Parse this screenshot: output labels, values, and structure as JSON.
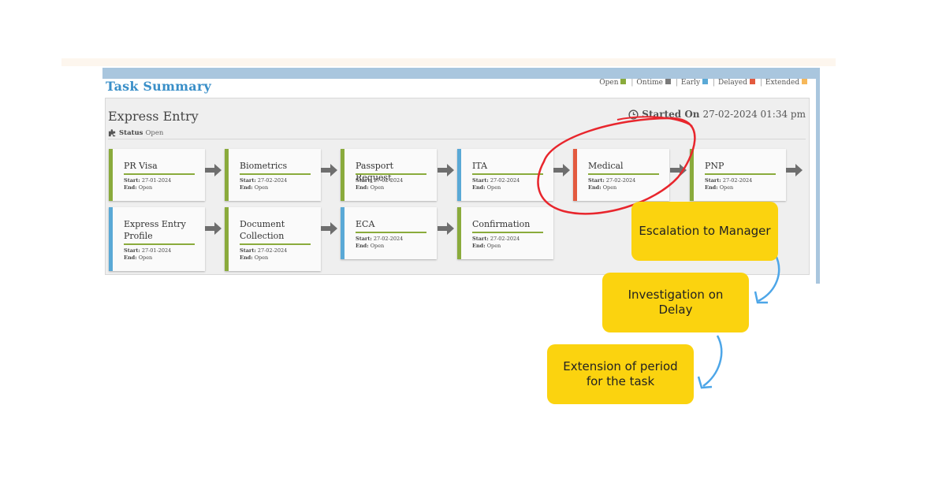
{
  "header": {
    "title": "Task Summary",
    "legend": [
      {
        "label": "Open",
        "color": "#8aab3c"
      },
      {
        "label": "Ontime",
        "color": "#7a7a7a"
      },
      {
        "label": "Early",
        "color": "#5aa9d6"
      },
      {
        "label": "Delayed",
        "color": "#e35a3f"
      },
      {
        "label": "Extended",
        "color": "#f6b85a"
      }
    ]
  },
  "workflow": {
    "title": "Express Entry",
    "status_label": "Status",
    "status_value": "Open",
    "started_label": "Started On",
    "started_value": "27-02-2024 01:34 pm"
  },
  "labels": {
    "start": "Start:",
    "end": "End:"
  },
  "tasks": [
    {
      "name": "PR Visa",
      "start": "27-01-2024",
      "end": "Open",
      "color": "#8aab3c"
    },
    {
      "name": "Biometrics",
      "start": "27-02-2024",
      "end": "Open",
      "color": "#8aab3c"
    },
    {
      "name": "Passport Request",
      "start": "27-02-2024",
      "end": "Open",
      "color": "#8aab3c"
    },
    {
      "name": "ITA",
      "start": "27-02-2024",
      "end": "Open",
      "color": "#5aa9d6"
    },
    {
      "name": "Medical",
      "start": "27-02-2024",
      "end": "Open",
      "color": "#e35a3f"
    },
    {
      "name": "PNP",
      "start": "27-02-2024",
      "end": "Open",
      "color": "#8aab3c"
    },
    {
      "name": "Express Entry Profile",
      "start": "27-01-2024",
      "end": "Open",
      "color": "#5aa9d6"
    },
    {
      "name": "Document Collection",
      "start": "27-02-2024",
      "end": "Open",
      "color": "#8aab3c"
    },
    {
      "name": "ECA",
      "start": "27-02-2024",
      "end": "Open",
      "color": "#5aa9d6"
    },
    {
      "name": "Confirmation",
      "start": "27-02-2024",
      "end": "Open",
      "color": "#8aab3c"
    }
  ],
  "callouts": [
    {
      "text": "Escalation to Manager"
    },
    {
      "text": "Investigation on Delay"
    },
    {
      "text": "Extension of period for the task"
    }
  ],
  "colors": {
    "highlight_ring": "#e8262d",
    "connector": "#4da6e8",
    "callout_bg": "#fbd30f"
  },
  "icons": {
    "status": "puzzle-icon",
    "started": "clock-icon",
    "flow": "arrow-right-icon"
  }
}
